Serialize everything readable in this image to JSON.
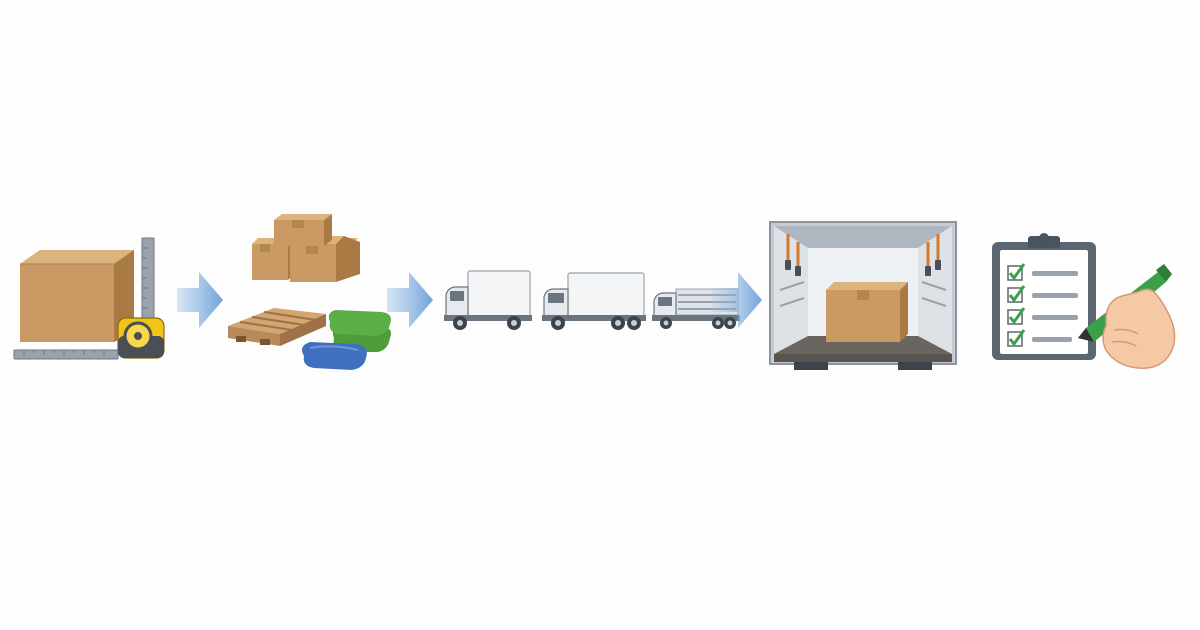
{
  "diagram": {
    "steps": [
      {
        "id": "measure",
        "icon": "box-with-measuring-tape-icon"
      },
      {
        "id": "package",
        "icon": "boxes-pallet-and-sacks-icon"
      },
      {
        "id": "vehicles",
        "icon": "three-trucks-icon"
      },
      {
        "id": "load",
        "icon": "truck-cargo-box-interior-icon"
      },
      {
        "id": "checklist",
        "icon": "clipboard-checklist-icon"
      }
    ],
    "connectors": [
      "arrow-icon",
      "arrow-icon",
      "arrow-icon"
    ]
  },
  "colors": {
    "cardboard": "#c99a63",
    "cardboard_dark": "#a97a44",
    "arrow_blue": "#8fb9e3",
    "truck_gray": "#6b7580",
    "truck_white": "#f3f5f7",
    "check_green": "#3aa149",
    "clipboard_frame": "#5c6670",
    "tape_yellow": "#f0c419",
    "sack_green": "#5cae46",
    "sack_blue": "#3f6fbe",
    "pallet": "#b8895a"
  }
}
